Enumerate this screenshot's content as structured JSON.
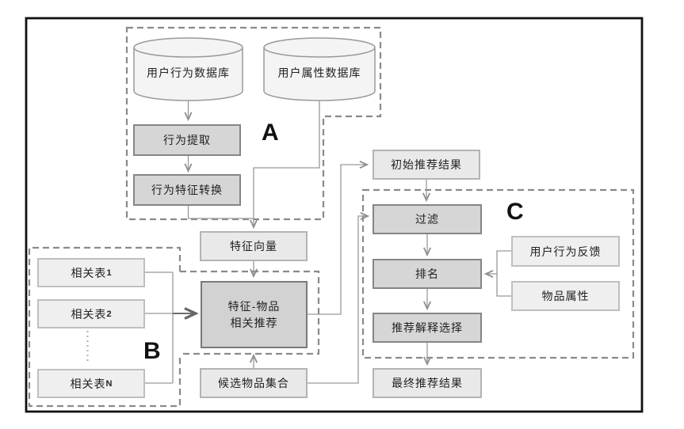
{
  "diagram": {
    "section_labels": {
      "a": "A",
      "b": "B",
      "c": "C"
    },
    "nodes": {
      "user_behavior_db": "用户行为数据库",
      "user_attribute_db": "用户属性数据库",
      "behavior_extraction": "行为提取",
      "behavior_feature_conversion": "行为特征转换",
      "feature_vector": "特征向量",
      "initial_recommendation": "初始推荐结果",
      "related_table_prefix": "相关表",
      "related_table_suffixes": {
        "first": "1",
        "second": "2",
        "nth": "N"
      },
      "feature_item_recommendation_line1": "特征-物品",
      "feature_item_recommendation_line2": "相关推荐",
      "candidate_item_set": "候选物品集合",
      "filter": "过滤",
      "ranking": "排名",
      "user_behavior_feedback": "用户行为反馈",
      "item_attributes": "物品属性",
      "explanation_selection": "推荐解释选择",
      "final_recommendation": "最终推荐结果"
    },
    "colors": {
      "process_fill": "#d6d6d6",
      "process_border": "#858585",
      "feature_box_fill": "#d2d2d2",
      "feature_box_border": "#7a7a7a",
      "data_fill": "#e9e9e9",
      "data_border": "#b3b3b3",
      "table_fill": "#efefef",
      "table_border": "#bfbfbf",
      "db_fill": "#f4f4f4",
      "db_border": "#999999",
      "line": "#999999",
      "dash_line": "#8a8a8a",
      "frame": "#111111"
    }
  }
}
